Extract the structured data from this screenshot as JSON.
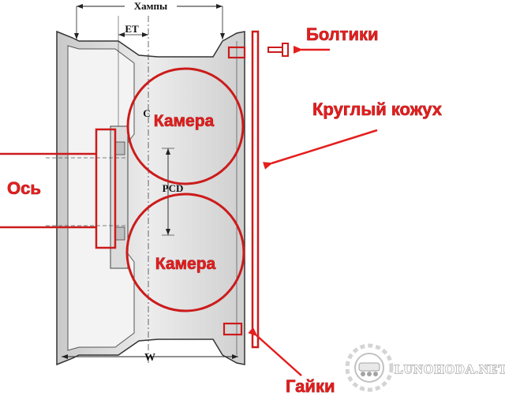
{
  "dimensions": {
    "hub_width": "Хампы",
    "offset": "ET",
    "center_bore": "C",
    "bolt_circle": "PCD",
    "rim_width": "W"
  },
  "callouts": {
    "bolts": "Болтики",
    "round_casing": "Круглый кожух",
    "upper_chamber": "Камера",
    "lower_chamber": "Камера",
    "axle": "Ось",
    "nuts": "Гайки"
  },
  "watermark": {
    "text": "LUNOHODA.NET"
  },
  "colors": {
    "annotation_red": "#e41e1e",
    "rim_gray": "#d9d9d9",
    "outline": "#333333"
  }
}
